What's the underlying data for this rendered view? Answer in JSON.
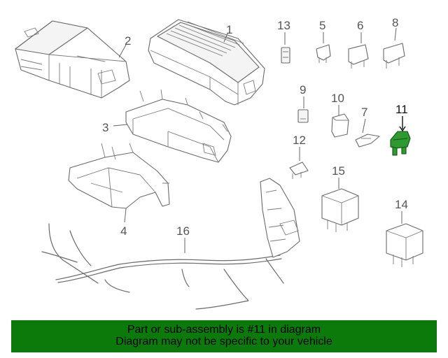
{
  "diagram": {
    "callouts": {
      "c1": "1",
      "c2": "2",
      "c3": "3",
      "c4": "4",
      "c5": "5",
      "c6": "6",
      "c7": "7",
      "c8": "8",
      "c9": "9",
      "c10": "10",
      "c11": "11",
      "c12": "12",
      "c13": "13",
      "c14": "14",
      "c15": "15",
      "c16": "16"
    },
    "highlight_color": "#2f9a2f"
  },
  "banner": {
    "line1": "Part or sub-assembly is #11 in diagram",
    "line2": "Diagram may not be specific to your vehicle",
    "background": "#0b7a0b"
  }
}
